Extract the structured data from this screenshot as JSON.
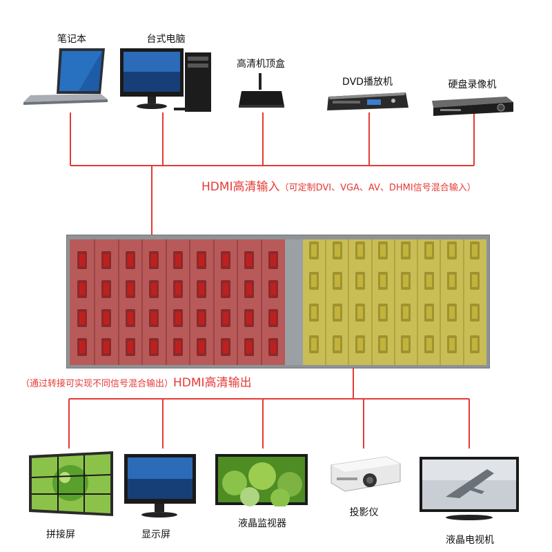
{
  "sources": [
    {
      "label": "笔记本",
      "icon": "laptop-icon"
    },
    {
      "label": "台式电脑",
      "icon": "desktop-computer-icon"
    },
    {
      "label": "高清机顶盒",
      "icon": "set-top-box-icon"
    },
    {
      "label": "DVD播放机",
      "icon": "dvd-player-icon"
    },
    {
      "label": "硬盘录像机",
      "icon": "hard-disk-recorder-icon"
    }
  ],
  "input_caption": {
    "main": "HDMI高清输入",
    "note": "（可定制DVI、VGA、AV、DHMI信号混合输入）"
  },
  "output_caption": {
    "note": "（通过转接可实现不同信号混合输出）",
    "main": "HDMI高清输出"
  },
  "outputs": [
    {
      "label": "拼接屏",
      "icon": "video-wall-icon"
    },
    {
      "label": "显示屏",
      "icon": "monitor-icon"
    },
    {
      "label": "液晶监视器",
      "icon": "lcd-monitor-icon"
    },
    {
      "label": "投影仪",
      "icon": "projector-icon"
    },
    {
      "label": "液晶电视机",
      "icon": "lcd-tv-icon"
    }
  ],
  "colors": {
    "line": "#e53935",
    "input_cards": "#b85a5a",
    "output_cards": "#c9bd55",
    "chassis": "#8e9396"
  },
  "matrix": {
    "input_cards": 9,
    "output_cards": 8,
    "ports_per_card": 4
  }
}
